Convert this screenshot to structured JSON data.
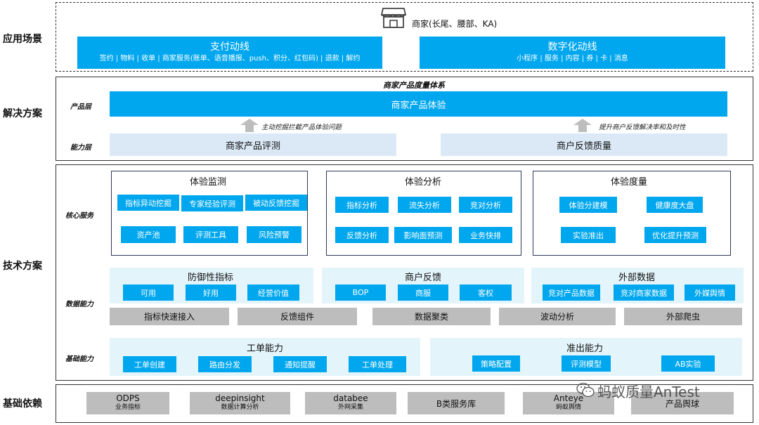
{
  "rows": {
    "app": "应用场景",
    "solution": "解决方案",
    "tech": "技术方案",
    "base": "基础依赖"
  },
  "app": {
    "merchant": "商家(长尾、腰部、KA)",
    "pay_title": "支付动线",
    "pay_items": "签约 | 物料 | 收单 | 商家服务(账单、语音播报、push、积分、红包码) | 退款 | 解约",
    "digital_title": "数字化动线",
    "digital_items": "小程序 | 服务 | 内容 | 券 | 卡 | 消息"
  },
  "solution": {
    "system_title": "商家产品度量体系",
    "product_layer": "产品层",
    "product_bar": "商家产品体验",
    "ability_layer": "能力层",
    "arrow_left": "主动挖掘拦截产品体验问题",
    "arrow_right": "提升商户反馈解决率和及时性",
    "eval": "商家产品评测",
    "feedback_quality": "商户反馈质量"
  },
  "tech": {
    "core_label": "核心服务",
    "data_label": "数据能力",
    "base_label": "基础能力",
    "monitor": {
      "title": "体验监测",
      "items": [
        "指标异动挖掘",
        "专家经验评测",
        "被动反馈挖掘",
        "资产池",
        "评测工具",
        "风险预警"
      ]
    },
    "analysis": {
      "title": "体验分析",
      "items": [
        "指标分析",
        "流失分析",
        "竞对分析",
        "反馈分析",
        "影响面预测",
        "业务快排"
      ]
    },
    "measure": {
      "title": "体验度量",
      "items": [
        "体验分建模",
        "健康度大盘",
        "实验准出",
        "优化提升预测"
      ]
    },
    "defense": {
      "title": "防御性指标",
      "items": [
        "可用",
        "好用",
        "经营价值"
      ]
    },
    "feedback": {
      "title": "商户反馈",
      "items": [
        "BOP",
        "商服",
        "客权"
      ]
    },
    "external": {
      "title": "外部数据",
      "items": [
        "竞对产品数据",
        "竞对商家数据",
        "外媒舆情"
      ]
    },
    "data_bars": [
      "指标快速接入",
      "反馈组件",
      "数据聚类",
      "波动分析",
      "外部爬虫"
    ],
    "ticket": {
      "title": "工单能力",
      "items": [
        "工单创建",
        "路由分发",
        "通知提醒",
        "工单处理"
      ]
    },
    "admission": {
      "title": "准出能力",
      "items": [
        "策略配置",
        "评测模型",
        "AB实验"
      ]
    }
  },
  "base": {
    "items": [
      {
        "name": "ODPS",
        "sub": "业务指标"
      },
      {
        "name": "deepinsight",
        "sub": "数据计算分析"
      },
      {
        "name": "databee",
        "sub": "外网采集"
      },
      {
        "name": "B类服务库",
        "sub": ""
      },
      {
        "name": "Anteye",
        "sub": "蚂蚁舆情"
      },
      {
        "name": "产品舆球",
        "sub": ""
      }
    ]
  },
  "watermark": "蚂蚁质量AnTest"
}
